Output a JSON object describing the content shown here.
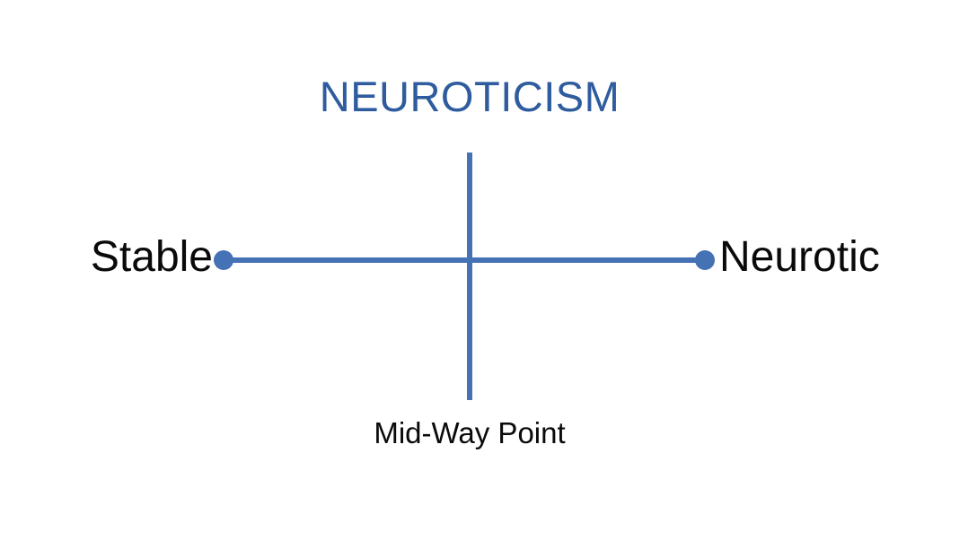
{
  "diagram": {
    "title": "NEUROTICISM",
    "title_color": "#2E5C9E",
    "axis_color": "#4472B4",
    "label_color": "#0A0A0A",
    "background_color": "#FFFFFF",
    "left_pole": "Stable",
    "right_pole": "Neurotic",
    "midpoint_label": "Mid-Way Point"
  },
  "chart_data": {
    "type": "line",
    "title": "NEUROTICISM",
    "xlabel": "",
    "ylabel": "",
    "categories": [
      "Stable",
      "Mid-Way Point",
      "Neurotic"
    ],
    "x": [
      0,
      50,
      100
    ],
    "values": [
      0,
      0,
      0
    ],
    "xlim": [
      0,
      100
    ],
    "grid": false,
    "legend": "none",
    "annotations": [
      {
        "text": "Stable",
        "position": "left-endpoint",
        "marker": "dot"
      },
      {
        "text": "Neurotic",
        "position": "right-endpoint",
        "marker": "dot"
      },
      {
        "text": "Mid-Way Point",
        "position": "below-center",
        "marker": "vertical-line"
      }
    ]
  }
}
